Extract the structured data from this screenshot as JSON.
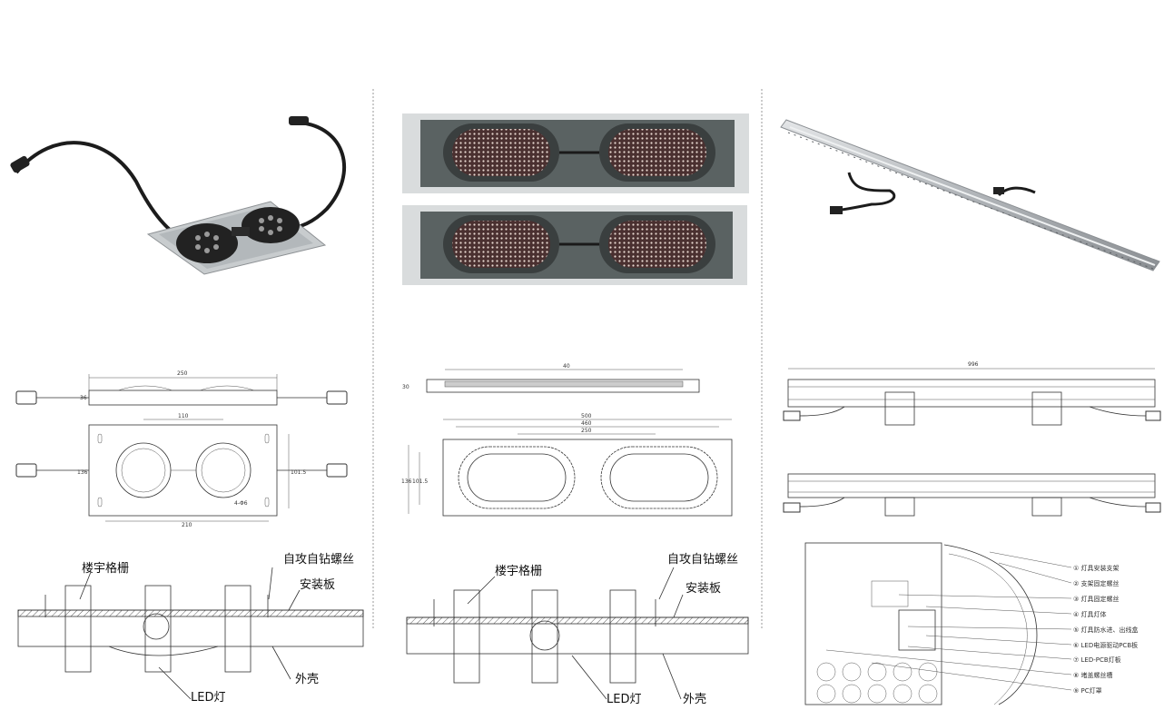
{
  "panels": {
    "left": {
      "top_dimension": "250",
      "side_dimension": "36",
      "inner_dimension": "110",
      "height_dimension": "136",
      "right_dimension": "101.5",
      "bottom_dimension": "210",
      "hole_label": "4-Φ6",
      "install": {
        "grille_label": "楼宇格栅",
        "screw_label": "自攻自钻螺丝",
        "plate_label": "安装板",
        "led_label": "LED灯",
        "shell_label": "外壳"
      }
    },
    "middle": {
      "top_dimension": "40",
      "side_dimension": "30",
      "dim_500": "500",
      "dim_460": "460",
      "dim_250": "250",
      "height_dimension": "136",
      "inner_height": "101.5",
      "install": {
        "grille_label": "楼宇格栅",
        "screw_label": "自攻自钻螺丝",
        "plate_label": "安装板",
        "led_label": "LED灯",
        "shell_label": "外壳"
      }
    },
    "right": {
      "length_dimension": "996",
      "legend": [
        "① 灯具安装支架",
        "② 支架固定螺丝",
        "③ 灯具固定螺丝",
        "④ 灯具灯体",
        "⑤ 灯具防水进、出线盒",
        "⑥ LED电源驱动PCB板",
        "⑦ LED-PCB灯板",
        "⑧ 堵盖螺丝槽",
        "⑨ PC灯罩"
      ]
    }
  },
  "colors": {
    "divider": "#9a9a9a",
    "housing": "#5a6262",
    "led_lens": "#4a3030",
    "metal": "#c8ccce"
  }
}
